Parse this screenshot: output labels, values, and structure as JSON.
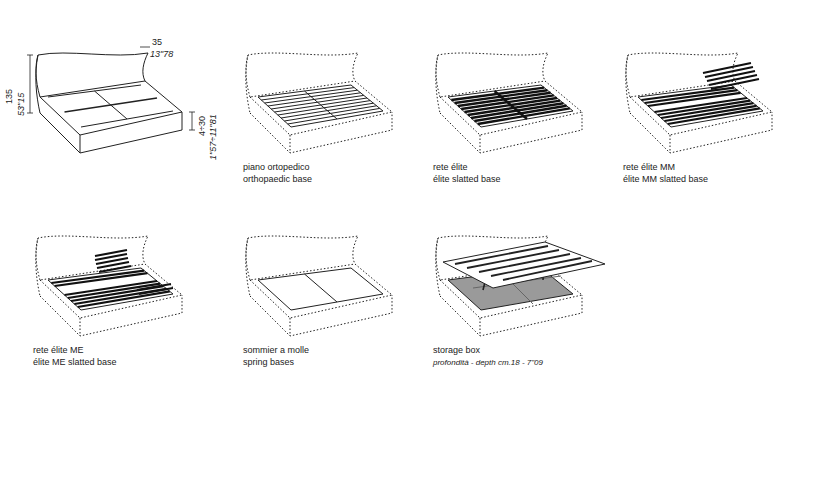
{
  "diagram": {
    "labels": [
      "135",
      "53\"15",
      "35",
      "13\"78",
      "4÷30",
      "1\"57÷11\"81",
      "piano ortopedico",
      "orthopaedic base",
      "rete élite",
      "élite slatted base",
      "rete élite MM",
      "élite MM slatted base",
      "rete élite ME",
      "élite ME slatted base",
      "sommier a molle",
      "spring bases",
      "storage box",
      "profondità - depth cm.18 - 7\"09"
    ]
  }
}
